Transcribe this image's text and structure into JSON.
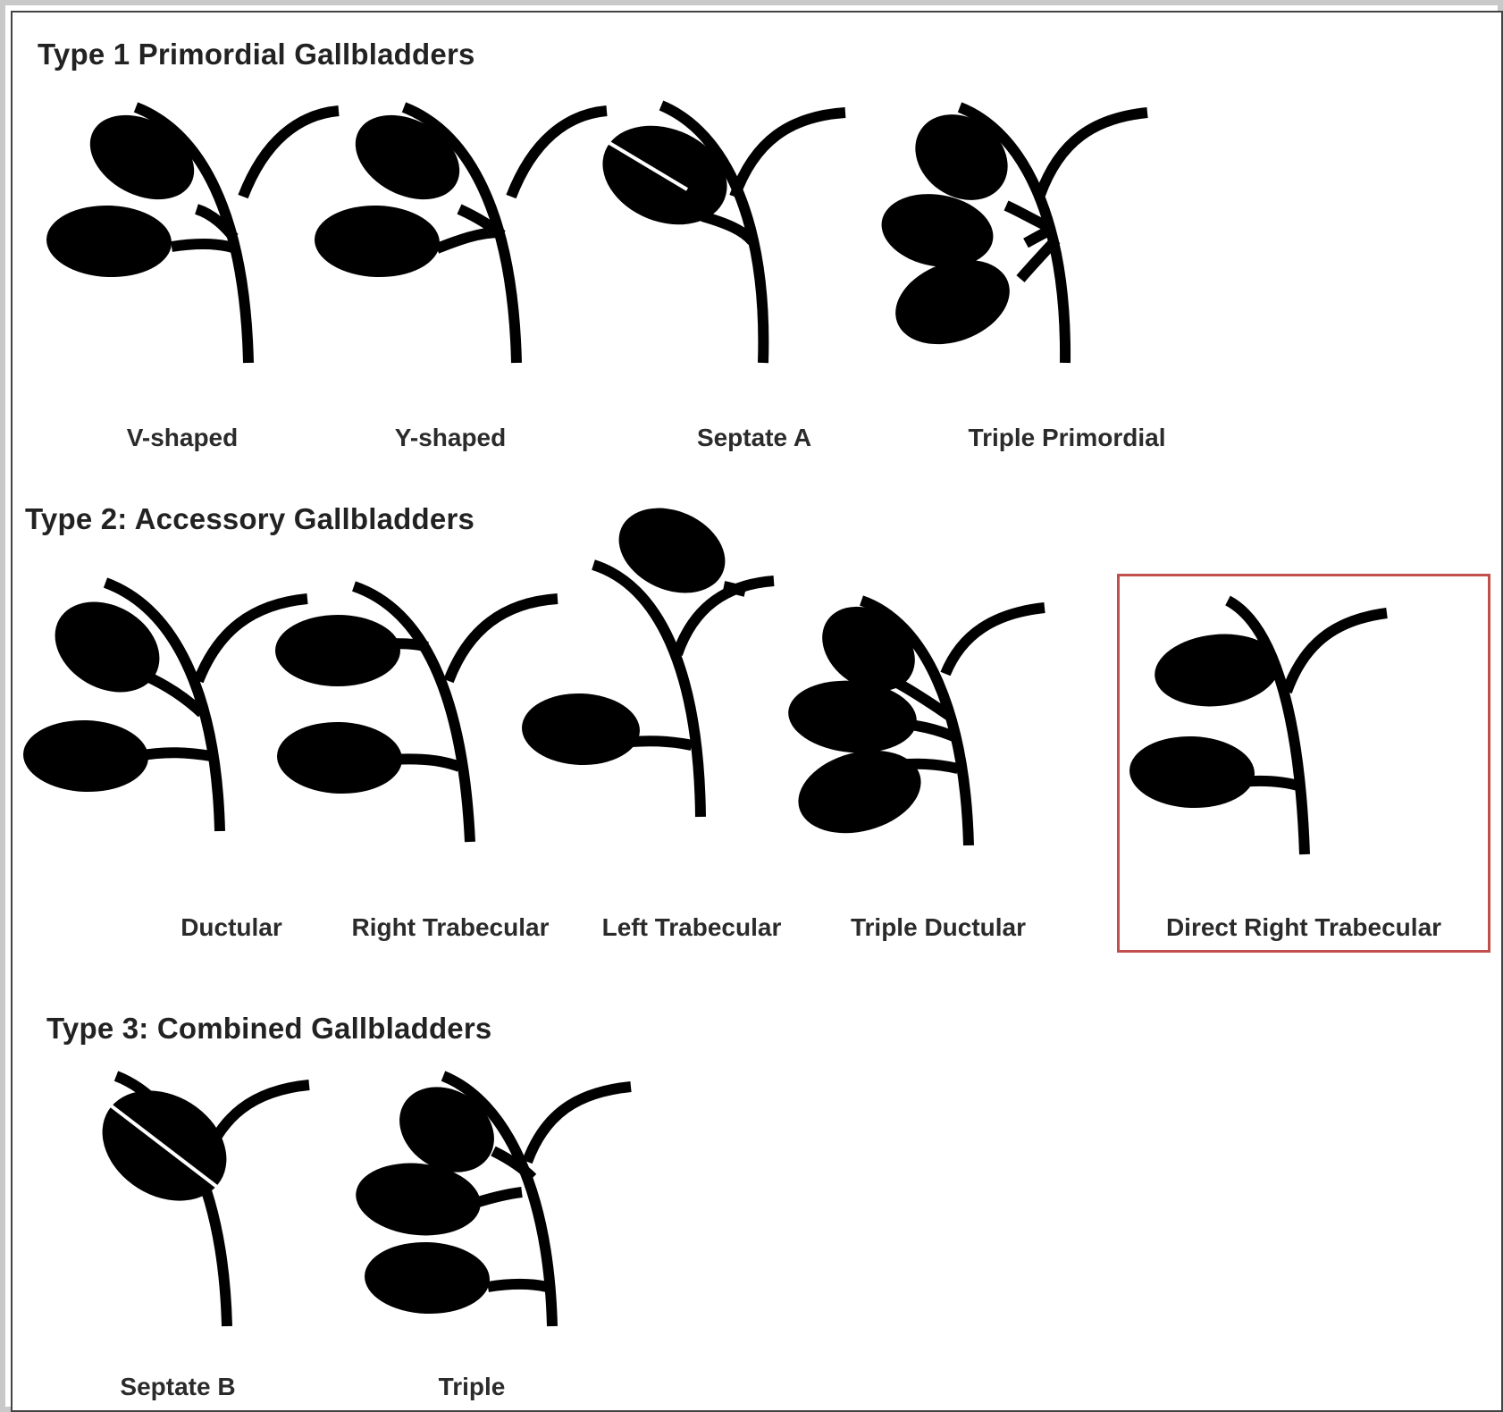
{
  "colors": {
    "ink": "#000000",
    "septum": "#ffffff",
    "highlight": "#c0504d"
  },
  "sections": [
    {
      "title": "Type 1 Primordial Gallbladders",
      "variants": [
        {
          "caption": "V-shaped",
          "glyph": "v-shaped"
        },
        {
          "caption": "Y-shaped",
          "glyph": "y-shaped"
        },
        {
          "caption": "Septate A",
          "glyph": "septate-a"
        },
        {
          "caption": "Triple Primordial",
          "glyph": "triple-primordial"
        }
      ]
    },
    {
      "title": "Type 2: Accessory Gallbladders",
      "variants": [
        {
          "caption": "Ductular",
          "glyph": "ductular"
        },
        {
          "caption": "Right Trabecular",
          "glyph": "right-trabecular"
        },
        {
          "caption": "Left Trabecular",
          "glyph": "left-trabecular"
        },
        {
          "caption": "Triple Ductular",
          "glyph": "triple-ductular"
        },
        {
          "caption": "Direct Right Trabecular",
          "glyph": "direct-right-trabecular",
          "highlighted": true
        }
      ]
    },
    {
      "title": "Type 3: Combined Gallbladders",
      "variants": [
        {
          "caption": "Septate B",
          "glyph": "septate-b"
        },
        {
          "caption": "Triple",
          "glyph": "triple"
        }
      ]
    }
  ]
}
